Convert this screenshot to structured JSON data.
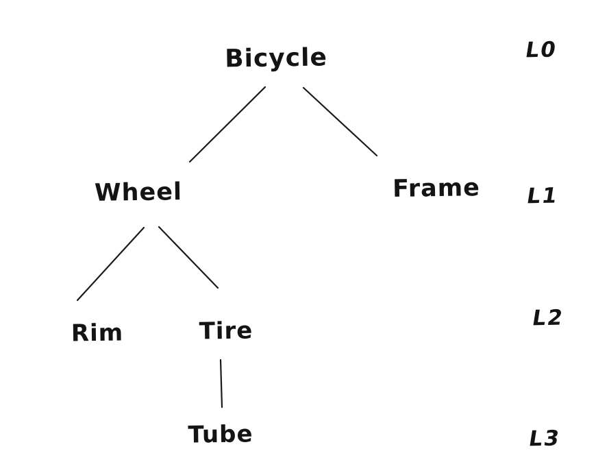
{
  "diagram": {
    "type": "tree",
    "style": "hand-drawn",
    "ink_color": "#1a1a1a",
    "background_color": "#ffffff",
    "nodes": [
      {
        "id": "bicycle",
        "label": "Bicycle",
        "level": 0
      },
      {
        "id": "wheel",
        "label": "Wheel",
        "level": 1
      },
      {
        "id": "frame",
        "label": "Frame",
        "level": 1
      },
      {
        "id": "rim",
        "label": "Rim",
        "level": 2
      },
      {
        "id": "tire",
        "label": "Tire",
        "level": 2
      },
      {
        "id": "tube",
        "label": "Tube",
        "level": 3
      }
    ],
    "edges": [
      {
        "from": "bicycle",
        "to": "wheel"
      },
      {
        "from": "bicycle",
        "to": "frame"
      },
      {
        "from": "wheel",
        "to": "rim"
      },
      {
        "from": "wheel",
        "to": "tire"
      },
      {
        "from": "tire",
        "to": "tube"
      }
    ],
    "level_labels": [
      {
        "label": "L0"
      },
      {
        "label": "L1"
      },
      {
        "label": "L2"
      },
      {
        "label": "L3"
      }
    ]
  }
}
